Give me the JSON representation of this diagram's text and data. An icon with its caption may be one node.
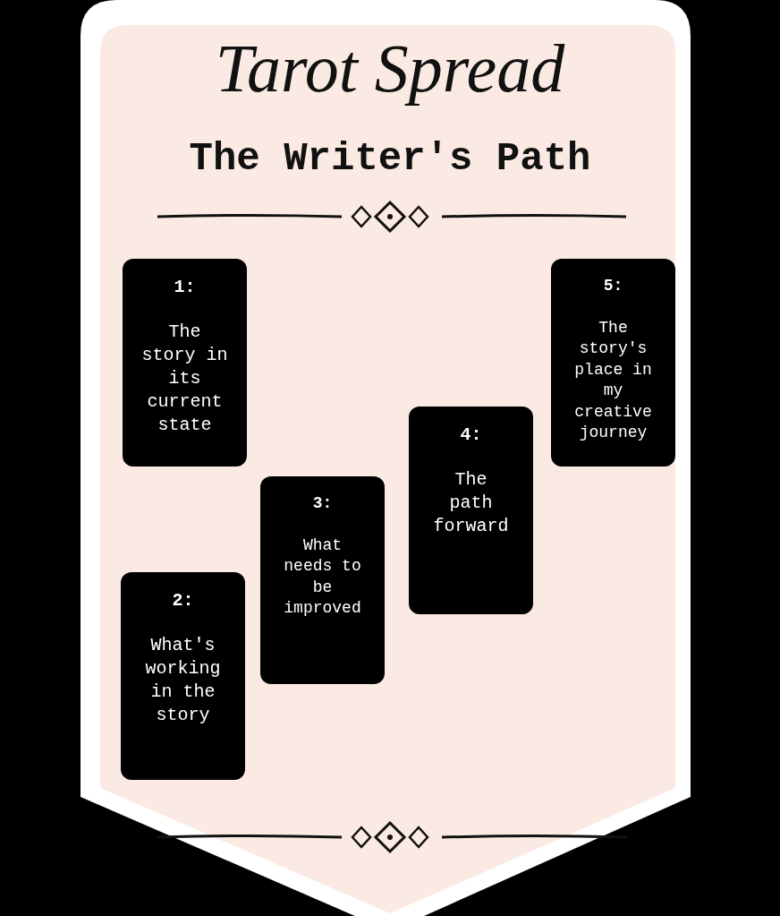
{
  "diagram": {
    "title": "Tarot Spread",
    "nodes": [
      {
        "text": [
          "1:",
          "The story in its current state"
        ]
      },
      {
        "text": [
          "2:",
          "What's working in the story"
        ]
      },
      {
        "text": [
          "3:",
          "What needs to be improved"
        ]
      },
      {
        "text": [
          "4:",
          "The path forward"
        ]
      },
      {
        "text": [
          "5:",
          "The story's place in my creative journey"
        ]
      }
    ],
    "labels": [
      "The Writer's Path"
    ]
  }
}
